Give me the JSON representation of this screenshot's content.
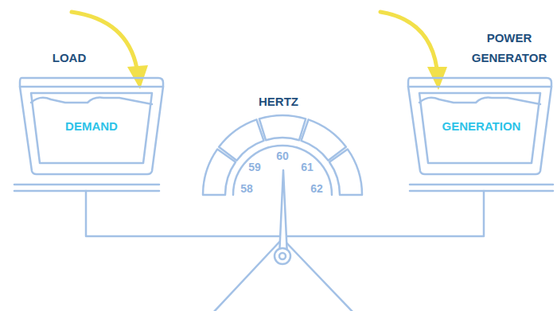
{
  "diagram": {
    "nodes": [
      {
        "text": [
          "LOAD",
          "DEMAND"
        ]
      },
      {
        "text": [
          "POWER GENERATOR",
          "GENERATION"
        ]
      }
    ],
    "labels": [
      "HERTZ",
      "58",
      "59",
      "60",
      "61",
      "62"
    ]
  }
}
